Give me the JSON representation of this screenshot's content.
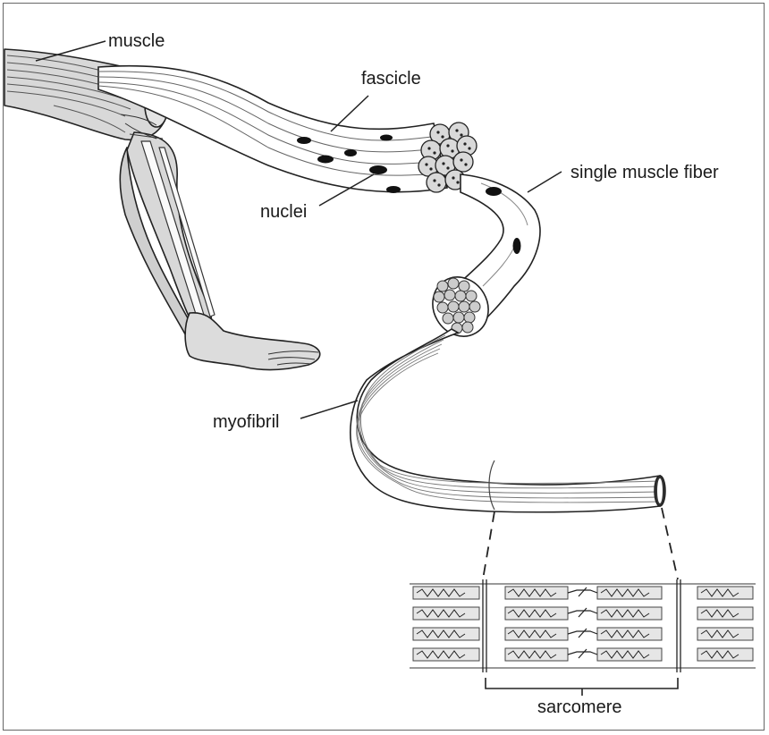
{
  "labels": {
    "muscle": "muscle",
    "fascicle": "fascicle",
    "nuclei": "nuclei",
    "single_fiber": "single muscle fiber",
    "myofibril": "myofibril",
    "sarcomere": "sarcomere"
  }
}
